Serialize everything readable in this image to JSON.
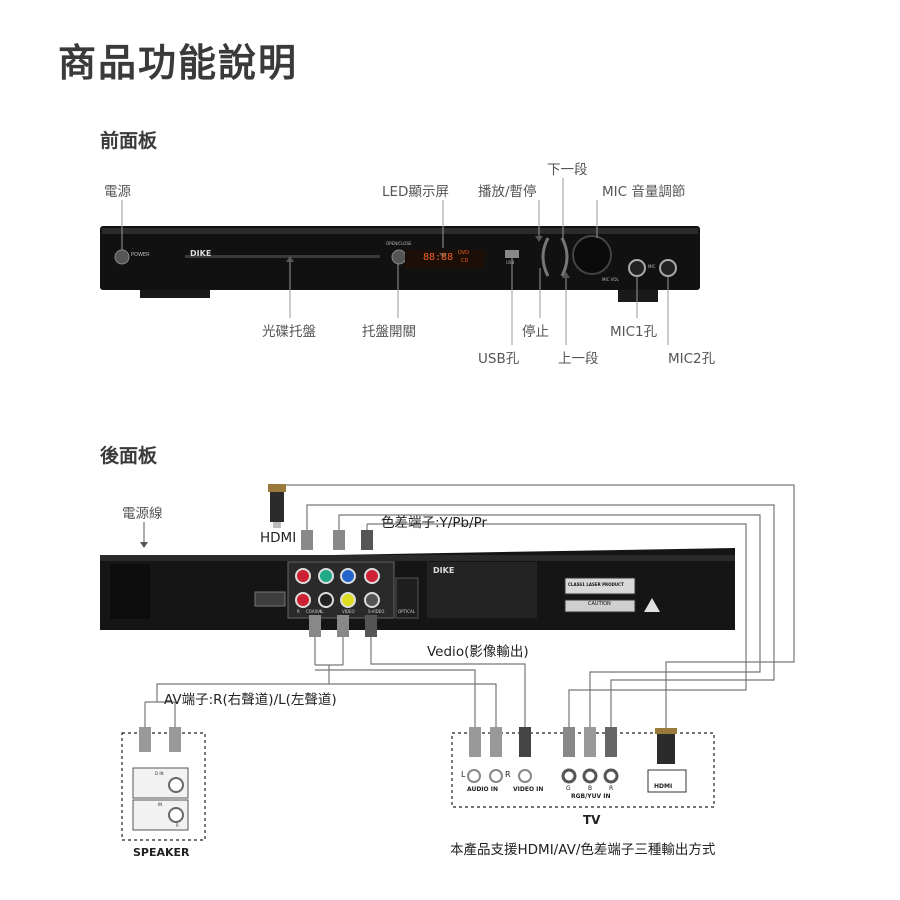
{
  "page_title": "商品功能說明",
  "front": {
    "section_title": "前面板",
    "labels": {
      "power": "電源",
      "led": "LED顯示屏",
      "play_pause": "播放/暫停",
      "next": "下一段",
      "mic_volume": "MIC 音量調節",
      "disc_tray": "光碟托盤",
      "tray_switch": "托盤開關",
      "stop": "停止",
      "mic1": "MIC1孔",
      "usb": "USB孔",
      "previous": "上一段",
      "mic2": "MIC2孔"
    },
    "device": {
      "brand": "DIKE",
      "power_text": "POWER",
      "open_close": "OPEN/CLOSE",
      "display_digits": "88:88",
      "display_dvd": "DVD",
      "display_cd": "CD",
      "usb_text": "USB",
      "mic_text": "MIC",
      "mic_vol_text": "MIC VOL"
    }
  },
  "back": {
    "section_title": "後面板",
    "labels": {
      "power_cord": "電源線",
      "hdmi": "HDMI",
      "component": "色差端子:Y/Pb/Pr",
      "video_out": "Vedio(影像輸出)",
      "av_terminal": "AV端子:R(右聲道)/L(左聲道)"
    },
    "device": {
      "brand": "DIKE",
      "coaxial": "COAXIAL",
      "video": "VIDEO",
      "svideo": "S-VIDEO",
      "optical": "OPTICAL",
      "r": "R",
      "l": "L",
      "class1": "CLASS1 LASER PRODUCT",
      "caution": "CAUTION"
    }
  },
  "speaker": {
    "label": "SPEAKER",
    "panel_top": "D IN",
    "panel_mid": "IN",
    "panel_bottom": "R"
  },
  "tv": {
    "label": "TV",
    "audio_l": "L",
    "audio_r": "R",
    "audio_in": "AUDIO IN",
    "video_in": "VIDEO IN",
    "rgb_yuv_in": "RGB/YUV IN",
    "g": "G",
    "b": "B",
    "r": "R",
    "hdmi_port": "HDMI"
  },
  "footer_note": "本產品支援HDMI/AV/色差端子三種輸出方式"
}
